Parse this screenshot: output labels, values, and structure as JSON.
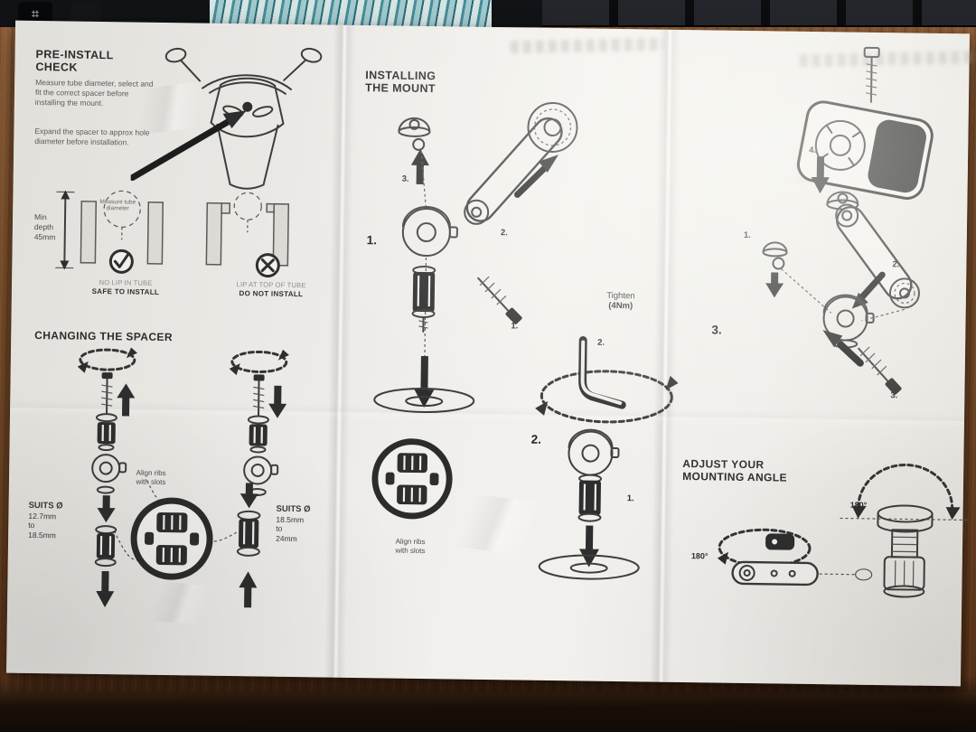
{
  "scene": {
    "keyboard_key_glyph": "⌗"
  },
  "left": {
    "heading": [
      "PRE-INSTALL",
      "CHECK"
    ],
    "intro1": "Measure tube diameter, select and fit the correct spacer before installing the mount.",
    "intro2": "Expand the spacer to approx hole diameter before installation.",
    "min_depth": [
      "Min",
      "depth",
      "45mm"
    ],
    "measure_tube": "Measure tube diameter",
    "tube_ok": [
      "NO LIP IN TUBE",
      "SAFE TO INSTALL"
    ],
    "tube_bad": [
      "LIP AT TOP OF TUBE",
      "DO NOT INSTALL"
    ],
    "changing_heading": "CHANGING THE SPACER",
    "align_ribs": [
      "Align ribs",
      "with slots"
    ],
    "suits_small": [
      "SUITS Ø",
      "12.7mm",
      "to",
      "18.5mm"
    ],
    "suits_large": [
      "SUITS Ø",
      "18.5mm",
      "to",
      "24mm"
    ]
  },
  "middle": {
    "heading": [
      "INSTALLING",
      "THE MOUNT"
    ],
    "step1": "1.",
    "arm_num": "2.",
    "head_num": "3.",
    "screw_num": "1.",
    "tighten": [
      "Tighten",
      "(4Nm)"
    ],
    "key_num": "2.",
    "step2": "2.",
    "spacer_num": "1.",
    "align_ribs": [
      "Align ribs",
      "with slots"
    ]
  },
  "right": {
    "n1": "1.",
    "n2": "2.",
    "n3": "3.",
    "n4": "4.",
    "step3": "3.",
    "adjust_heading": [
      "ADJUST YOUR",
      "MOUNTING ANGLE"
    ],
    "angle_flat": "180°",
    "angle_upright": "180°"
  }
}
